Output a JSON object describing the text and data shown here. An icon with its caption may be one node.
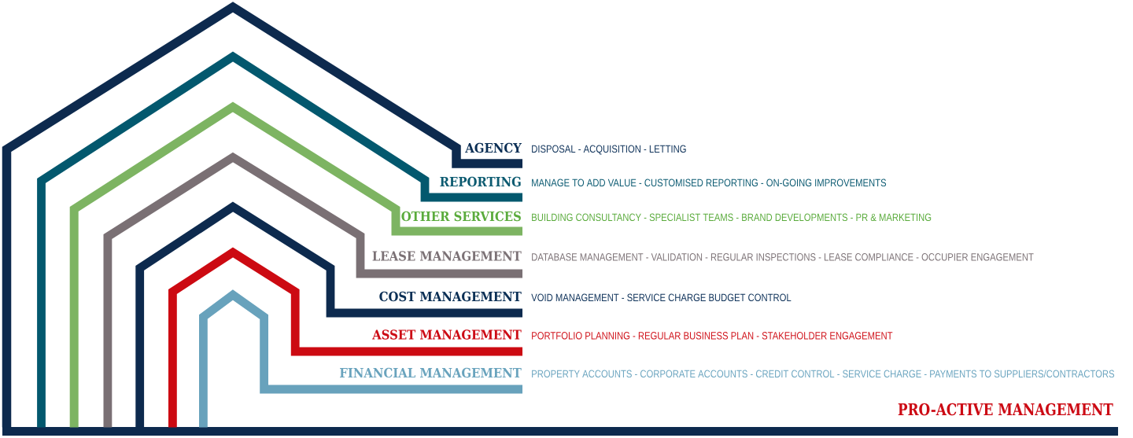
{
  "diagram": {
    "nodes": [
      {
        "text": [
          "AGENCY",
          "DISPOSAL - ACQUISITION - LETTING"
        ]
      },
      {
        "text": [
          "REPORTING",
          "MANAGE TO ADD VALUE - CUSTOMISED REPORTING - ON-GOING IMPROVEMENTS"
        ]
      },
      {
        "text": [
          "OTHER SERVICES",
          "BUILDING CONSULTANCY - SPECIALIST TEAMS - BRAND DEVELOPMENTS - PR & MARKETING"
        ]
      },
      {
        "text": [
          "LEASE MANAGEMENT",
          "DATABASE MANAGEMENT - VALIDATION - REGULAR INSPECTIONS - LEASE COMPLIANCE - OCCUPIER ENGAGEMENT"
        ]
      },
      {
        "text": [
          "COST MANAGEMENT",
          "VOID MANAGEMENT - SERVICE CHARGE BUDGET CONTROL"
        ]
      },
      {
        "text": [
          "ASSET MANAGEMENT",
          "PORTFOLIO PLANNING - REGULAR BUSINESS PLAN - STAKEHOLDER ENGAGEMENT"
        ]
      },
      {
        "text": [
          "FINANCIAL MANAGEMENT",
          "PROPERTY ACCOUNTS - CORPORATE ACCOUNTS - CREDIT CONTROL - SERVICE CHARGE - PAYMENTS TO SUPPLIERS/CONTRACTORS"
        ]
      }
    ],
    "labels": [
      "PRO-ACTIVE MANAGEMENT"
    ]
  }
}
